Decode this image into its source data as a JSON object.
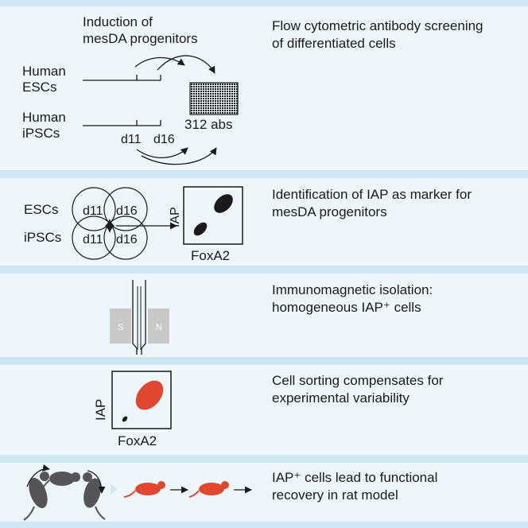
{
  "panels": [
    {
      "description_lines": [
        "Flow cytometric antibody screening",
        "of differentiated cells"
      ],
      "title_lines": [
        "Induction of",
        "mesDA progenitors"
      ],
      "human_esc_lines": [
        "Human",
        "ESCs"
      ],
      "human_ipsc_lines": [
        "Human",
        "iPSCs"
      ],
      "day_labels": [
        "d11",
        "d16"
      ],
      "plate_label": "312 abs"
    },
    {
      "description_lines": [
        "Identification of IAP as marker for",
        "mesDA progenitors"
      ],
      "row_labels": [
        "ESCs",
        "iPSCs"
      ],
      "circle_labels": [
        "d11",
        "d16",
        "d11",
        "d16"
      ],
      "plot_ylabel": "IAP",
      "plot_xlabel": "FoxA2"
    },
    {
      "description_lines": [
        "Immunomagnetic isolation:",
        "homogeneous IAP⁺ cells"
      ],
      "magnet_left": "S",
      "magnet_right": "N"
    },
    {
      "description_lines": [
        "Cell sorting compensates for",
        "experimental variability"
      ],
      "plot_ylabel": "IAP",
      "plot_xlabel": "FoxA2"
    },
    {
      "description_lines": [
        "IAP⁺ cells lead to functional",
        "recovery in rat model"
      ]
    }
  ],
  "colors": {
    "band": "#cfe6f3",
    "panel_bg": "#edf6fb",
    "accent_red": "#e0472e",
    "magnet_grey": "#c8c8c8",
    "rat_dark": "#555555"
  },
  "icons": [
    "antibody-plate-icon",
    "magnet-column-icon",
    "dark-rat-icon",
    "red-rat-icon",
    "arrow-icon"
  ]
}
